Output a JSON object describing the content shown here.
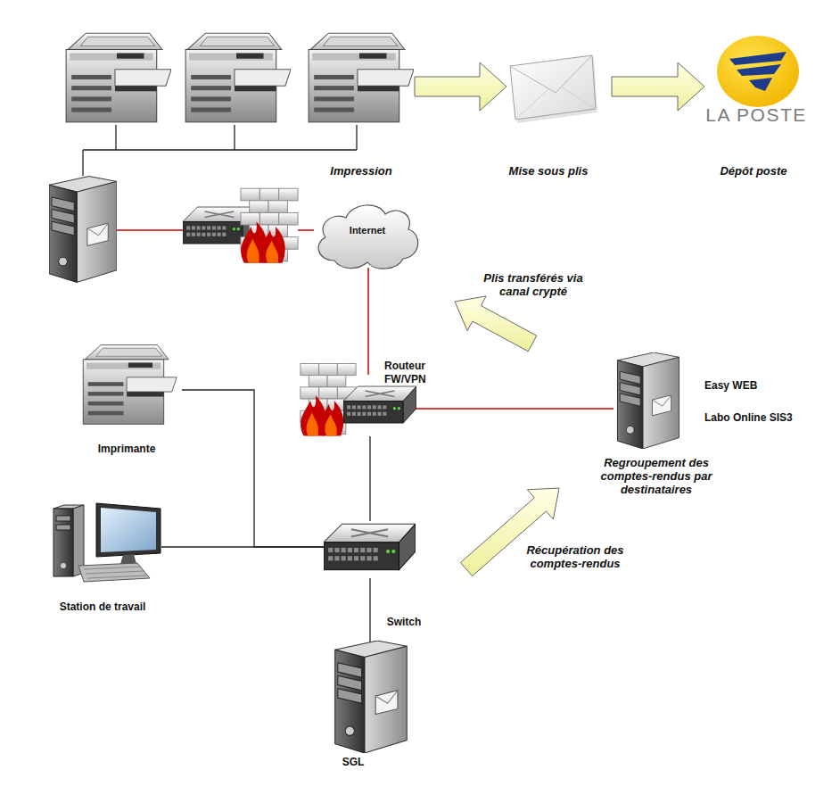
{
  "diagram": {
    "nodes": [
      {
        "text": [
          "Impression"
        ]
      },
      {
        "text": [
          "Mise sous plis"
        ]
      },
      {
        "text": [
          "LA POSTE",
          "Dépôt poste"
        ]
      },
      {
        "text": [
          "Internet"
        ]
      },
      {
        "text": [
          "Routeur FW/VPN"
        ]
      },
      {
        "text": [
          "Easy WEB",
          "Labo Online SIS3",
          "Regroupement des comptes-rendus par destinataires"
        ]
      },
      {
        "text": [
          "Imprimante"
        ]
      },
      {
        "text": [
          "Station de travail"
        ]
      },
      {
        "text": [
          "Switch"
        ]
      },
      {
        "text": [
          "SGL"
        ]
      }
    ],
    "edges": [
      {
        "from": 0,
        "to": 1,
        "arrow": "to"
      },
      {
        "from": 1,
        "to": 2,
        "arrow": "to"
      },
      {
        "from": 3,
        "to": 4,
        "arrow": "none"
      },
      {
        "from": 4,
        "to": 5,
        "arrow": "none"
      },
      {
        "from": 4,
        "to": 8,
        "arrow": "none"
      },
      {
        "from": 6,
        "to": 8,
        "arrow": "none"
      },
      {
        "from": 7,
        "to": 8,
        "arrow": "none"
      },
      {
        "from": 8,
        "to": 9,
        "arrow": "none"
      }
    ],
    "labels": [
      "Plis transférés via canal crypté",
      "Récupération des comptes-rendus"
    ]
  }
}
